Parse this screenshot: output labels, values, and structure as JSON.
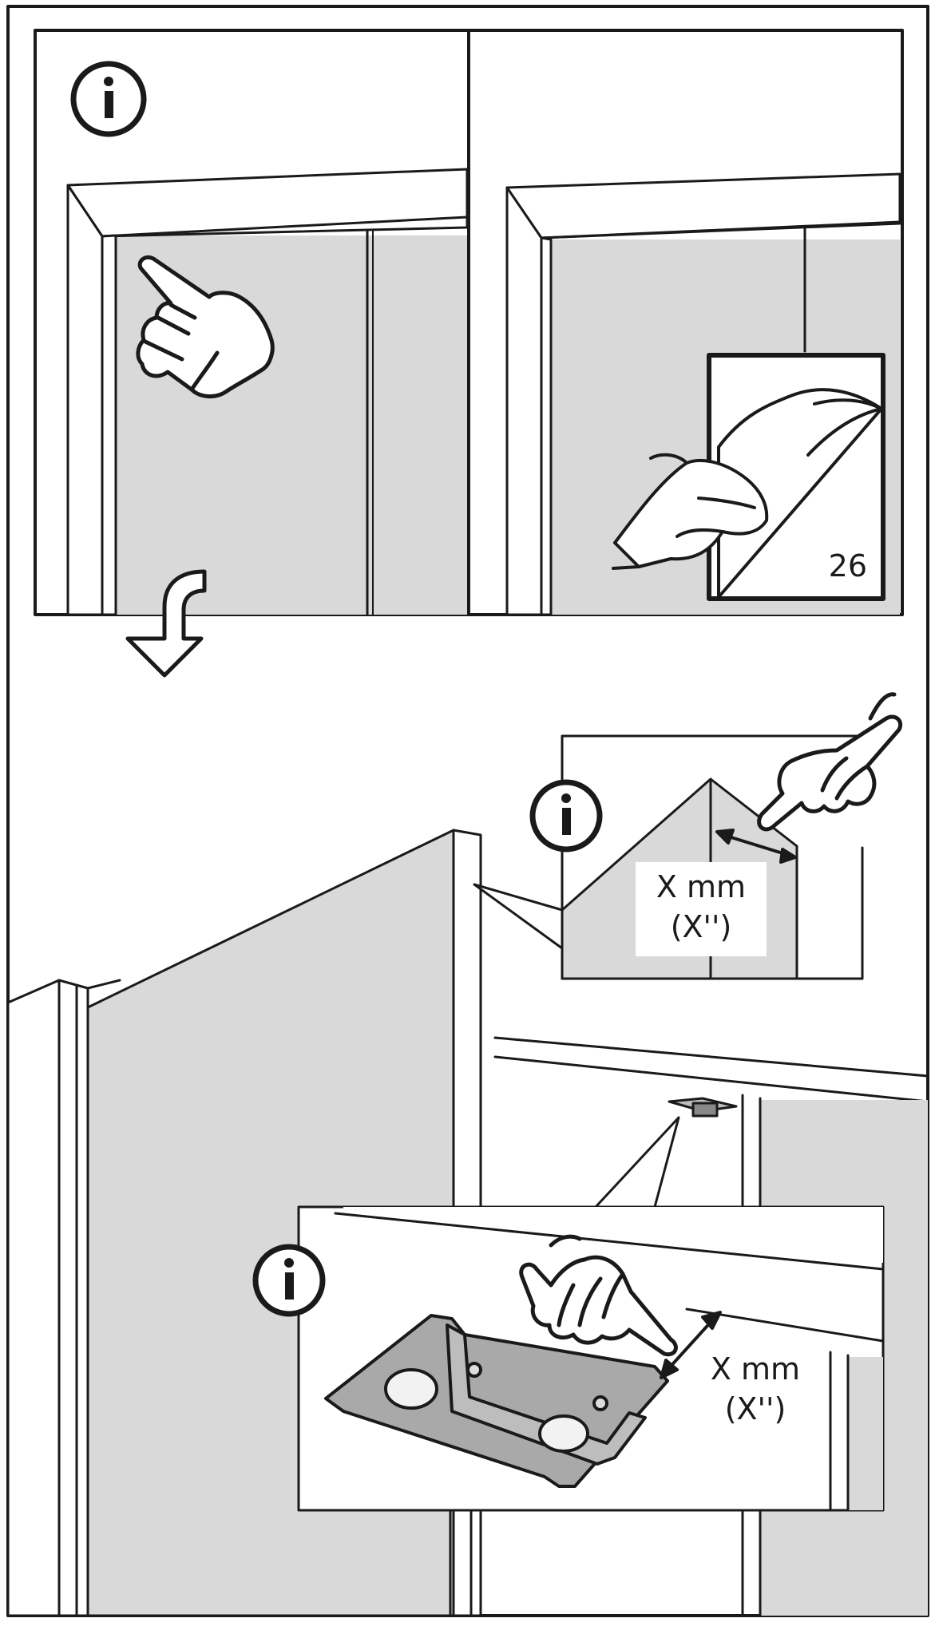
{
  "colors": {
    "background": "#ffffff",
    "line": "#1a1a1a",
    "panel_gray": "#d9d9d9",
    "bracket_gray": "#a9a9a9",
    "text": "#1a1a1a"
  },
  "icons": {
    "info": "i",
    "flow_arrow": "arrow-down-icon"
  },
  "labels": {
    "page_ref": "26",
    "dim_upper_line1": "X mm",
    "dim_upper_line2": "(X'')",
    "dim_lower_line1": "X mm",
    "dim_lower_line2": "(X'')"
  }
}
